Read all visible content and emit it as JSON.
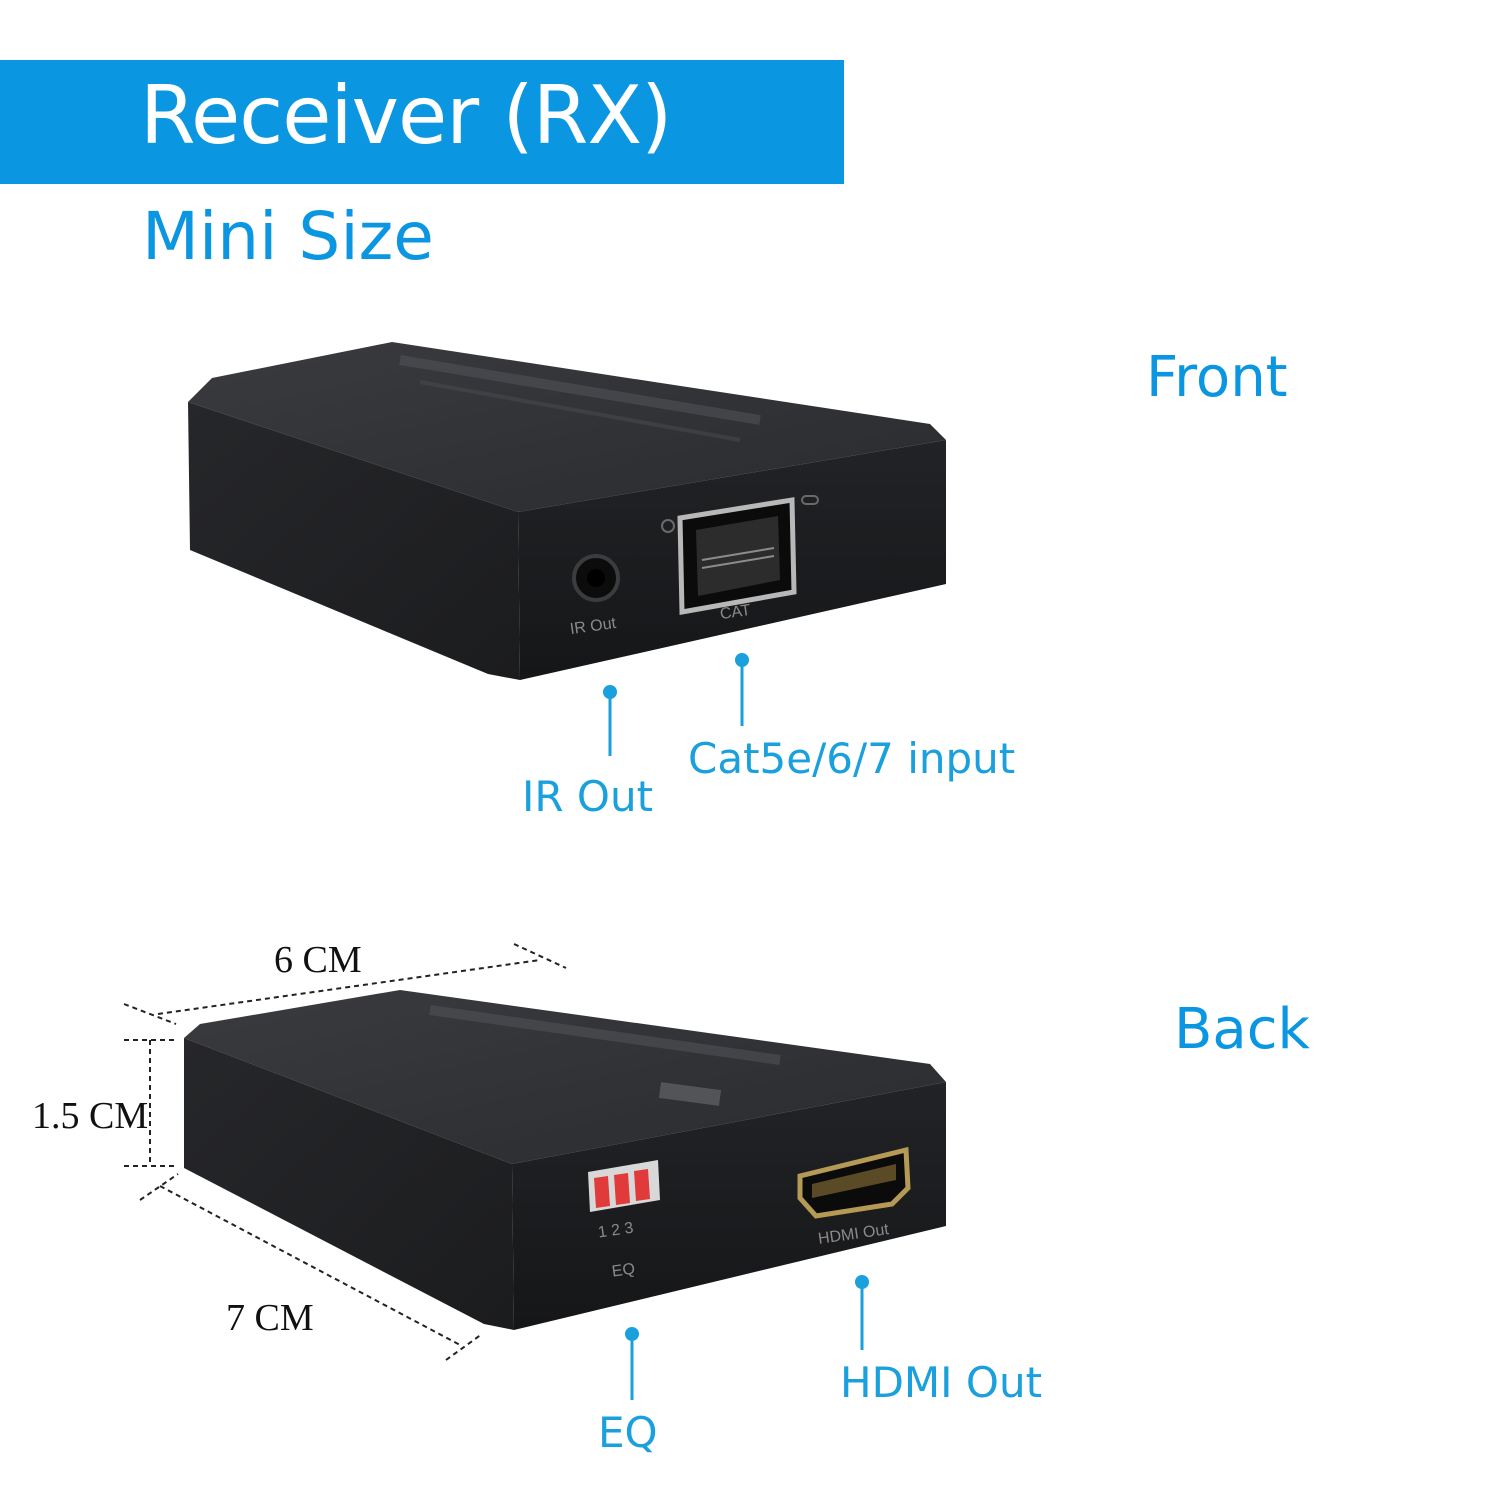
{
  "header": {
    "title": "Receiver (RX)",
    "subtitle": "Mini Size"
  },
  "front": {
    "view_label": "Front",
    "port_labels": {
      "ir": "IR Out",
      "cat": "CAT"
    },
    "callouts": [
      {
        "label": "IR Out"
      },
      {
        "label": "Cat5e/6/7 input"
      }
    ]
  },
  "back": {
    "view_label": "Back",
    "port_labels": {
      "eq_numbers": "1 2 3",
      "eq": "EQ",
      "hdmi": "HDMI Out"
    },
    "callouts": [
      {
        "label": "EQ"
      },
      {
        "label": "HDMI Out"
      }
    ],
    "dimensions": {
      "width": "6 CM",
      "height": "1.5 CM",
      "depth": "7 CM"
    }
  },
  "colors": {
    "accent": "#0a96e0",
    "callout": "#1aa0dc",
    "device_body": "#2b2c2f"
  }
}
